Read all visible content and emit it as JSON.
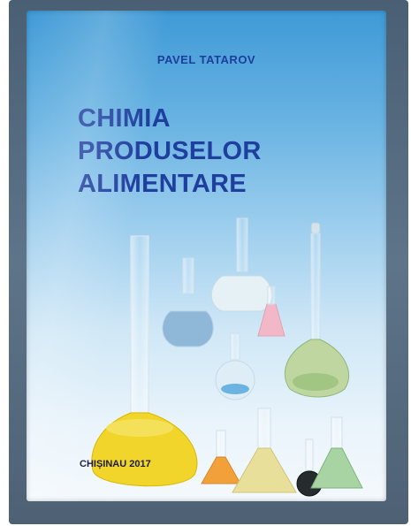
{
  "cover": {
    "author": "PAVEL TATAROV",
    "title_lines": [
      "CHIMIA",
      "PRODUSELOR",
      "ALIMENTARE"
    ],
    "place_year": "CHIȘINAU 2017"
  }
}
